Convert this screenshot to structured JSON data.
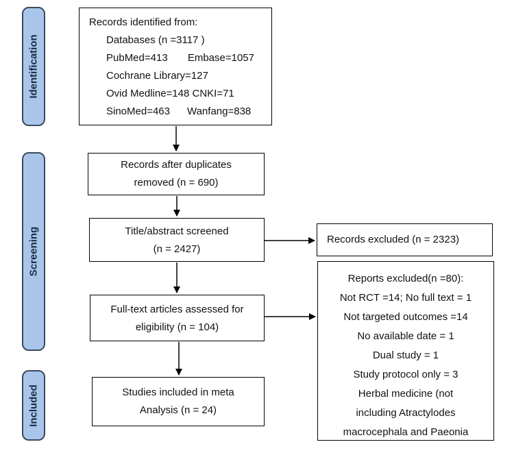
{
  "phases": {
    "identification": "Identification",
    "screening": "Screening",
    "included": "Included"
  },
  "identified": {
    "title": "Records identified from:",
    "lines": [
      "Databases (n =3117 )",
      "PubMed=413       Embase=1057",
      "Cochrane Library=127",
      "Ovid Medline=148 CNKI=71",
      "SinoMed=463      Wanfang=838"
    ]
  },
  "after_duplicates": {
    "lines": [
      "Records after duplicates",
      "removed (n = 690)"
    ]
  },
  "screened": {
    "lines": [
      "Title/abstract screened",
      "(n = 2427)"
    ]
  },
  "records_excluded": {
    "text": "Records excluded (n = 2323)"
  },
  "fulltext": {
    "lines": [
      "Full-text articles assessed for",
      "eligibility (n = 104)"
    ]
  },
  "reports_excluded": {
    "lines": [
      "Reports excluded(n =80):",
      "Not RCT =14; No full text = 1",
      "Not targeted outcomes =14",
      "No available date = 1",
      "Dual study = 1",
      "Study protocol only = 3",
      "Herbal medicine (not",
      "including Atractylodes",
      "macrocephala and Paeonia"
    ]
  },
  "included": {
    "lines": [
      "Studies included in meta",
      "Analysis (n = 24)"
    ]
  }
}
